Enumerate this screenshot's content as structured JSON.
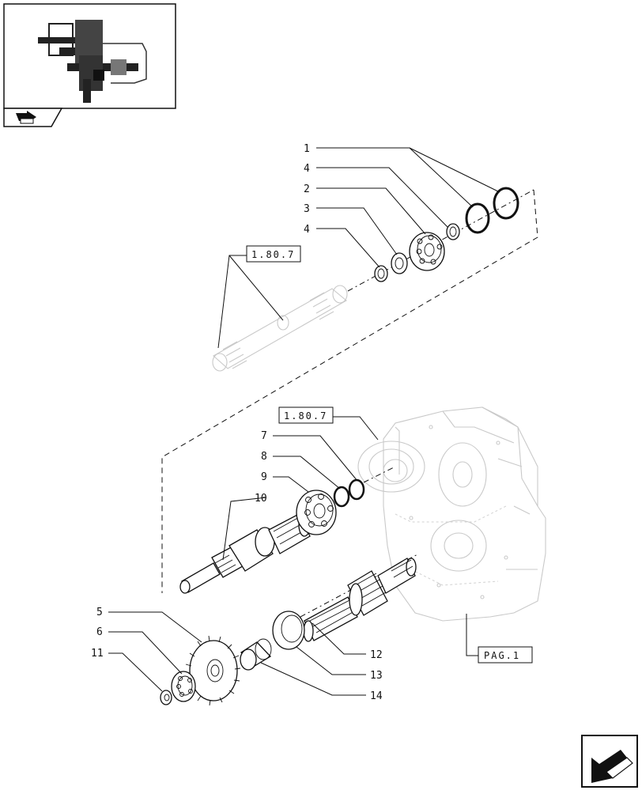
{
  "ref_boxes": {
    "upper_ref": "1.80.7",
    "middle_ref": "1.80.7",
    "housing_ref": "PAG.1"
  },
  "callouts": {
    "c1": "1",
    "c4a": "4",
    "c2": "2",
    "c3": "3",
    "c4b": "4",
    "c7": "7",
    "c8": "8",
    "c9": "9",
    "c10": "10",
    "c5": "5",
    "c6": "6",
    "c11": "11",
    "c12": "12",
    "c13": "13",
    "c14": "14"
  },
  "icons": {
    "thumbnail": "transmission-overview-thumbnail",
    "tab": "component-arrow-tab-icon",
    "next": "next-page-arrow-icon"
  }
}
